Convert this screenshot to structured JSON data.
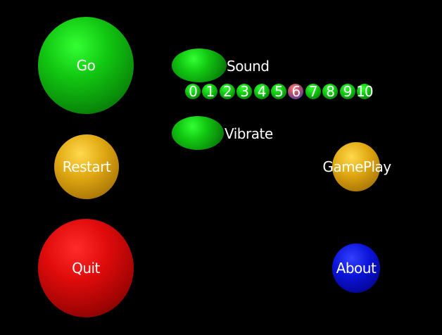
{
  "menu": {
    "go_label": "Go",
    "restart_label": "Restart",
    "quit_label": "Quit",
    "gameplay_label": "GamePlay",
    "about_label": "About"
  },
  "settings": {
    "sound_label": "Sound",
    "vibrate_label": "Vibrate",
    "sound_levels": [
      "0",
      "1",
      "2",
      "3",
      "4",
      "5",
      "6",
      "7",
      "8",
      "9",
      "10"
    ],
    "selected_sound_level": "6"
  },
  "colors": {
    "background": "#000000",
    "green": "#12c812",
    "yellow": "#e0a812",
    "red": "#e00b0b",
    "blue": "#0b14d8",
    "selected_level": "#b7506e"
  }
}
